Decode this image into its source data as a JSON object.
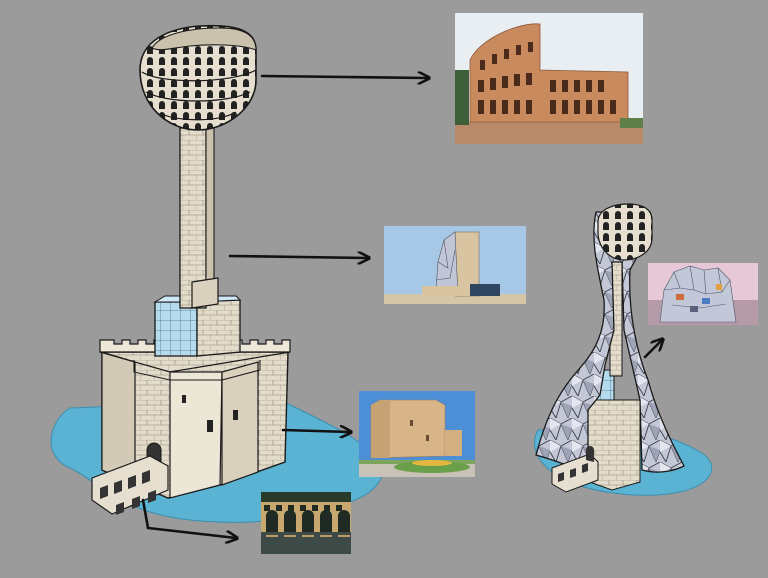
{
  "canvas": {
    "background": "#9b9b9b"
  },
  "colors": {
    "water": "#5bb3d3",
    "stone": "#e6dfcf",
    "stone_shade": "#cbc2ad",
    "glass": "#a8d4ea",
    "metal": "#c7cad6",
    "ink": "#1a1a1a",
    "arrow": "#111111"
  },
  "main_sketch": {
    "subject": "tower-concept-sketch",
    "parts": [
      "colosseum-crown",
      "tower-shaft",
      "glass-block",
      "castle-keep",
      "aqueduct-bridge",
      "moat"
    ]
  },
  "reference_photos": [
    {
      "id": "colosseum",
      "icon": "colosseum-photo"
    },
    {
      "id": "luma-tower",
      "icon": "gehry-tower-photo"
    },
    {
      "id": "tarascon-castle",
      "icon": "castle-photo"
    },
    {
      "id": "pont-du-gard",
      "icon": "aqueduct-photo"
    },
    {
      "id": "luma-facade",
      "icon": "metal-facade-photo"
    }
  ],
  "small_sketch": {
    "subject": "tower-concept-sketch-with-metal-cladding"
  }
}
